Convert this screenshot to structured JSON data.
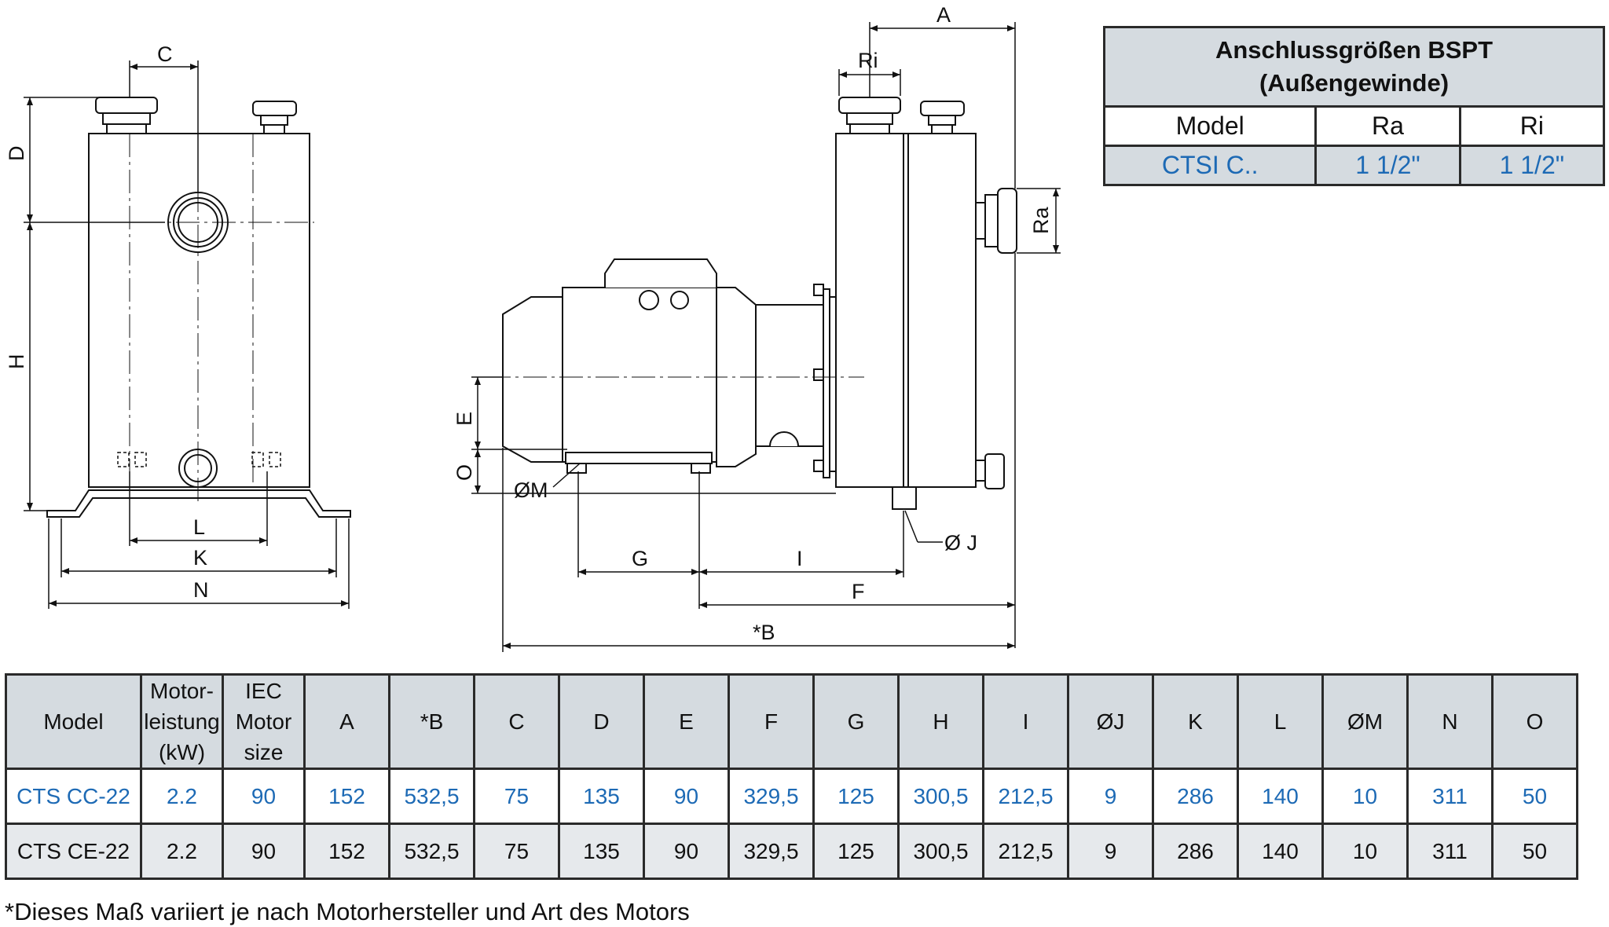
{
  "connection_table": {
    "title_line1": "Anschlussgrößen BSPT",
    "title_line2": "(Außengewinde)",
    "columns": [
      "Model",
      "Ra",
      "Ri"
    ],
    "row": [
      "CTSI C..",
      "1 1/2\"",
      "1 1/2\""
    ]
  },
  "drawing_labels": {
    "front": {
      "C": "C",
      "D": "D",
      "H": "H",
      "L": "L",
      "K": "K",
      "N": "N"
    },
    "side": {
      "A": "A",
      "Ri": "Ri",
      "Ra": "Ra",
      "E": "E",
      "O": "O",
      "M": "ØM",
      "J": "Ø J",
      "G": "G",
      "I": "I",
      "F": "F",
      "B": "*B"
    }
  },
  "dimension_table": {
    "headers": [
      {
        "lines": [
          "Model"
        ]
      },
      {
        "lines": [
          "Motor-",
          "leistung",
          "(kW)"
        ]
      },
      {
        "lines": [
          "IEC",
          "Motor",
          "size"
        ]
      },
      {
        "lines": [
          "A"
        ]
      },
      {
        "lines": [
          "*B"
        ]
      },
      {
        "lines": [
          "C"
        ]
      },
      {
        "lines": [
          "D"
        ]
      },
      {
        "lines": [
          "E"
        ]
      },
      {
        "lines": [
          "F"
        ]
      },
      {
        "lines": [
          "G"
        ]
      },
      {
        "lines": [
          "H"
        ]
      },
      {
        "lines": [
          "I"
        ]
      },
      {
        "lines": [
          "ØJ"
        ]
      },
      {
        "lines": [
          "K"
        ]
      },
      {
        "lines": [
          "L"
        ]
      },
      {
        "lines": [
          "ØM"
        ]
      },
      {
        "lines": [
          "N"
        ]
      },
      {
        "lines": [
          "O"
        ]
      }
    ],
    "rows": [
      [
        "CTS CC-22",
        "2.2",
        "90",
        "152",
        "532,5",
        "75",
        "135",
        "90",
        "329,5",
        "125",
        "300,5",
        "212,5",
        "9",
        "286",
        "140",
        "10",
        "311",
        "50"
      ],
      [
        "CTS CE-22",
        "2.2",
        "90",
        "152",
        "532,5",
        "75",
        "135",
        "90",
        "329,5",
        "125",
        "300,5",
        "212,5",
        "9",
        "286",
        "140",
        "10",
        "311",
        "50"
      ]
    ]
  },
  "footnote": "*Dieses Maß variiert je nach Motorhersteller und Art des Motors",
  "colors": {
    "header_bg": "#d5dbe0",
    "value_blue": "#1d6ab5",
    "row_alt_bg": "#e6e9ec",
    "border": "#2a2a2a"
  }
}
